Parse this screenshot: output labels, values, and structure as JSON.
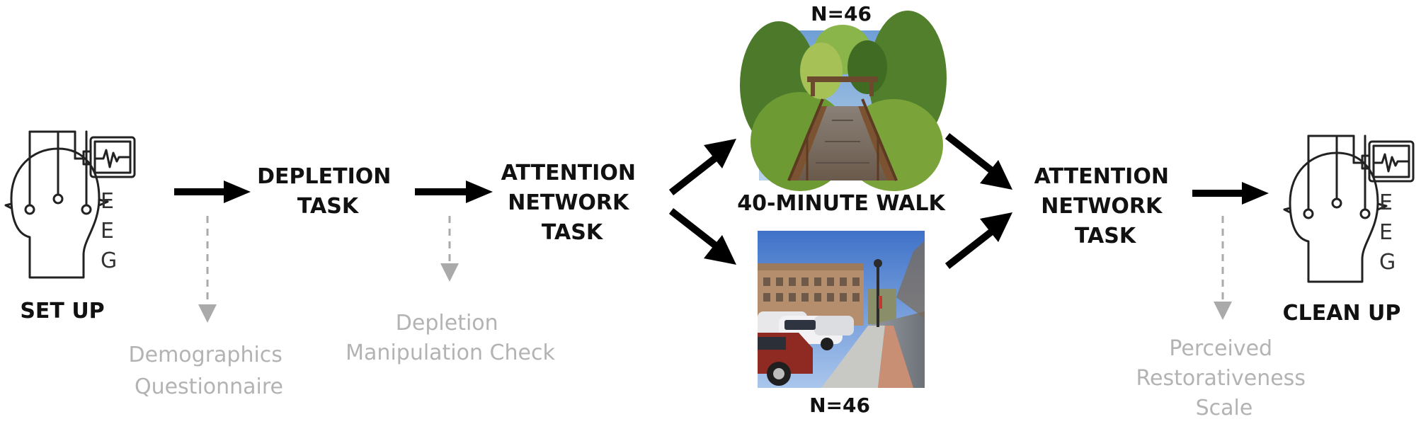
{
  "stages": {
    "setup": {
      "label": "SET UP"
    },
    "depletion": {
      "line1": "DEPLETION",
      "line2": "TASK"
    },
    "ant1": {
      "line1": "ATTENTION",
      "line2": "NETWORK",
      "line3": "TASK"
    },
    "walk": {
      "label": "40-MINUTE WALK",
      "nature_n": "N=46",
      "urban_n": "N=46"
    },
    "ant2": {
      "line1": "ATTENTION",
      "line2": "NETWORK",
      "line3": "TASK"
    },
    "cleanup": {
      "label": "CLEAN UP"
    }
  },
  "side_measures": {
    "demographics": {
      "line1": "Demographics",
      "line2": "Questionnaire"
    },
    "manip_check": {
      "line1": "Depletion",
      "line2": "Manipulation Check"
    },
    "prs": {
      "line1": "Perceived",
      "line2": "Restorativeness",
      "line3": "Scale"
    }
  },
  "eeg_icon": {
    "letters": [
      "E",
      "E",
      "G"
    ]
  },
  "colors": {
    "main_arrow": "#000000",
    "side_arrow": "#aaaaaa",
    "stage_text": "#111111",
    "side_text": "#b3b3b3"
  }
}
